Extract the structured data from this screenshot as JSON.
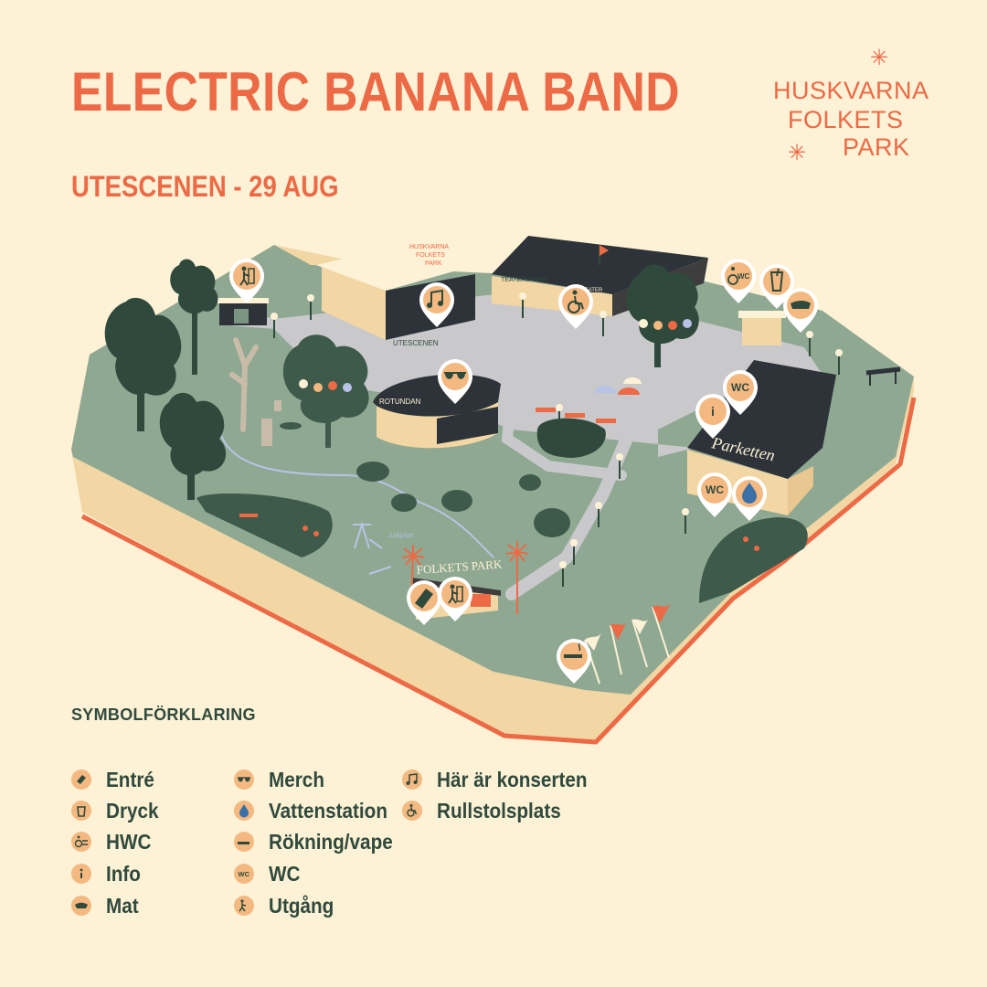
{
  "header": {
    "title": "ELECTRIC BANANA BAND",
    "subtitle": "UTESCENEN - 29 AUG"
  },
  "logo": {
    "line1": "HUSKVARNA",
    "line2": "FOLKETS",
    "line3": "PARK"
  },
  "map_labels": {
    "utescenen": "UTESCENEN",
    "teaterladan": "TEATERLADAN",
    "teater": "TEATER",
    "rotundan": "ROTUNDAN",
    "parketten": "Parketten",
    "folkets_park": "FOLKETS PARK",
    "stage_logo_1": "HUSKVARNA",
    "stage_logo_2": "FOLKETS",
    "stage_logo_3": "PARK",
    "lekplats": "Lekplats"
  },
  "legend": {
    "title": "SYMBOLFÖRKLARING",
    "items": [
      {
        "label": "Entré",
        "icon": "ticket-icon"
      },
      {
        "label": "Dryck",
        "icon": "cup-icon"
      },
      {
        "label": "HWC",
        "icon": "accessible-wc-icon"
      },
      {
        "label": "Info",
        "icon": "info-icon"
      },
      {
        "label": "Mat",
        "icon": "food-icon"
      },
      {
        "label": "Merch",
        "icon": "sunglasses-icon"
      },
      {
        "label": "Vattenstation",
        "icon": "water-drop-icon"
      },
      {
        "label": "Rökning/vape",
        "icon": "cigarette-icon"
      },
      {
        "label": "WC",
        "icon": "wc-icon"
      },
      {
        "label": "Utgång",
        "icon": "exit-icon"
      },
      {
        "label": "Här är konserten",
        "icon": "music-note-icon"
      },
      {
        "label": "Rullstolsplats",
        "icon": "wheelchair-icon"
      }
    ]
  },
  "icon_text": {
    "wc": "WC",
    "info": "i"
  },
  "colors": {
    "accent": "#ec6a45",
    "text_dark": "#2f4a3d",
    "background": "#fdf1d6",
    "grass": "#8fa892",
    "sand": "#f2d6a4",
    "pin": "#f4b980",
    "tree": "#2f4a3d",
    "path": "#c9c9cb",
    "roof": "#2d3338"
  }
}
